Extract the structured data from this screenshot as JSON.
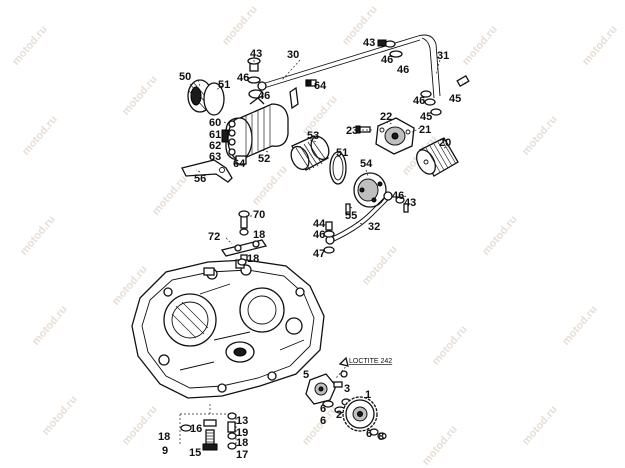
{
  "watermark": "motod.ru",
  "note": "LOCTITE 242",
  "labels": {
    "l1": "1",
    "l2": "2",
    "l3": "3",
    "l5": "5",
    "l6a": "6",
    "l6b": "6",
    "l6c": "6",
    "l8": "8",
    "l9": "9",
    "l13": "13",
    "l15": "15",
    "l16": "16",
    "l17": "17",
    "l18a": "18",
    "l18b": "18",
    "l18c": "18",
    "l18d": "18",
    "l19": "19",
    "l20": "20",
    "l21": "21",
    "l22": "22",
    "l23": "23",
    "l30": "30",
    "l31": "31",
    "l32": "32",
    "l43a": "43",
    "l43b": "43",
    "l43c": "43",
    "l44": "44",
    "l45a": "45",
    "l45b": "45",
    "l46a": "46",
    "l46b": "46",
    "l46c": "46",
    "l46d": "46",
    "l46e": "46",
    "l46f": "46",
    "l47": "47",
    "l50": "50",
    "l51a": "51",
    "l51b": "51",
    "l52": "52",
    "l53": "53",
    "l54": "54",
    "l55": "55",
    "l56": "56",
    "l60": "60",
    "l61": "61",
    "l62": "62",
    "l63": "63",
    "l64a": "64",
    "l64b": "64",
    "l70": "70",
    "l72": "72"
  }
}
